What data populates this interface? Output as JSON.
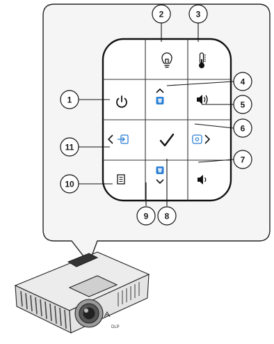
{
  "callouts": [
    {
      "label": "1"
    },
    {
      "label": "2"
    },
    {
      "label": "3"
    },
    {
      "label": "4"
    },
    {
      "label": "5"
    },
    {
      "label": "6"
    },
    {
      "label": "7"
    },
    {
      "label": "8"
    },
    {
      "label": "9"
    },
    {
      "label": "10"
    },
    {
      "label": "11"
    }
  ],
  "keypad": {
    "buttons": [
      {
        "icon": "lamp-icon"
      },
      {
        "icon": "temperature-icon"
      },
      {
        "icon": "power-icon"
      },
      {
        "icon": "up-arrow-keystone-icon"
      },
      {
        "icon": "volume-up-icon"
      },
      {
        "icon": "left-arrow-source-icon"
      },
      {
        "icon": "enter-checkmark-icon"
      },
      {
        "icon": "right-arrow-auto-icon"
      },
      {
        "icon": "menu-icon"
      },
      {
        "icon": "down-arrow-keystone-icon"
      },
      {
        "icon": "volume-down-icon"
      }
    ]
  },
  "projector": {
    "brand_mark": "DLP"
  },
  "colors": {
    "panel_fill": "#f5f5f5",
    "panel_stroke": "#222222",
    "accent_blue": "#2b7fd4",
    "icon_dark": "#111111"
  }
}
